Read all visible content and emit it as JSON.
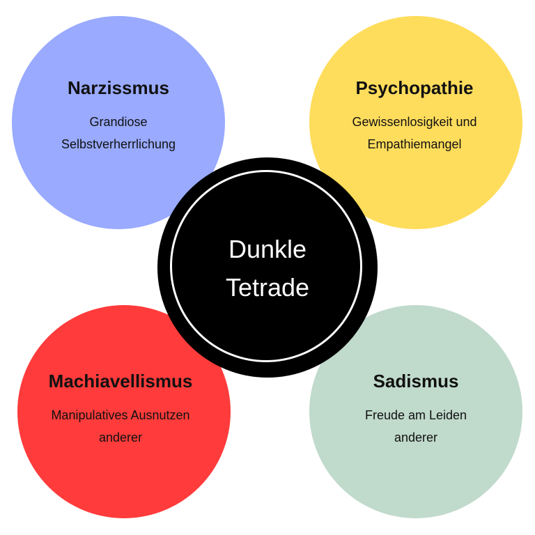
{
  "diagram": {
    "center": {
      "line1": "Dunkle",
      "line2": "Tetrade",
      "fill": "#000000",
      "ring_color": "#ffffff",
      "text_color": "#ffffff"
    },
    "traits": [
      {
        "title": "Narzissmus",
        "desc_line1": "Grandiose",
        "desc_line2": "Selbstverherrlichung",
        "color": "#99aaff",
        "position": "top-left"
      },
      {
        "title": "Psychopathie",
        "desc_line1": "Gewissenlosigkeit und",
        "desc_line2": "Empathiemangel",
        "color": "#ffdd5c",
        "position": "top-right"
      },
      {
        "title": "Machiavellismus",
        "desc_line1": "Manipulatives Ausnutzen",
        "desc_line2": "anderer",
        "color": "#ff3b3b",
        "position": "bottom-left"
      },
      {
        "title": "Sadismus",
        "desc_line1": "Freude am Leiden",
        "desc_line2": "anderer",
        "color": "#c0dacc",
        "position": "bottom-right"
      }
    ]
  }
}
